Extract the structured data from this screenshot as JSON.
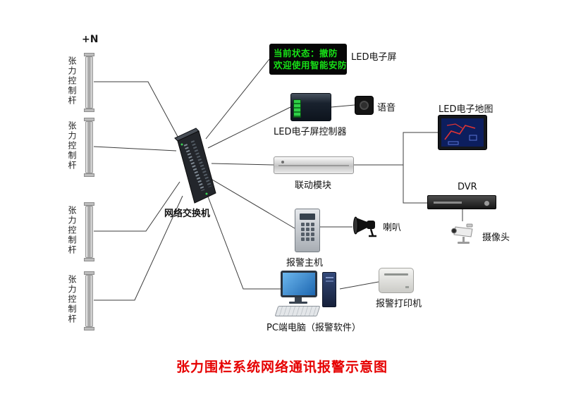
{
  "title": "张力围栏系统网络通讯报警示意图",
  "annotation_plus_n": "+N",
  "pole_label": "张力控制杆",
  "switch": {
    "label": "网络交换机"
  },
  "led_screen": {
    "line1": "当前状态：撤防",
    "line2": "欢迎使用智能安防",
    "label": "LED电子屏"
  },
  "controller": {
    "label": "LED电子屏控制器"
  },
  "voice": {
    "label": "语音"
  },
  "linkage": {
    "label": "联动模块"
  },
  "map": {
    "label": "LED电子地图"
  },
  "dvr": {
    "label": "DVR"
  },
  "camera": {
    "label": "摄像头"
  },
  "alarm_host": {
    "label": "报警主机"
  },
  "horn": {
    "label": "喇叭"
  },
  "pc": {
    "label": "PC端电脑（报警软件）"
  },
  "printer": {
    "label": "报警打印机"
  },
  "colors": {
    "title_red": "#e60000",
    "led_text_green": "#17e017"
  }
}
